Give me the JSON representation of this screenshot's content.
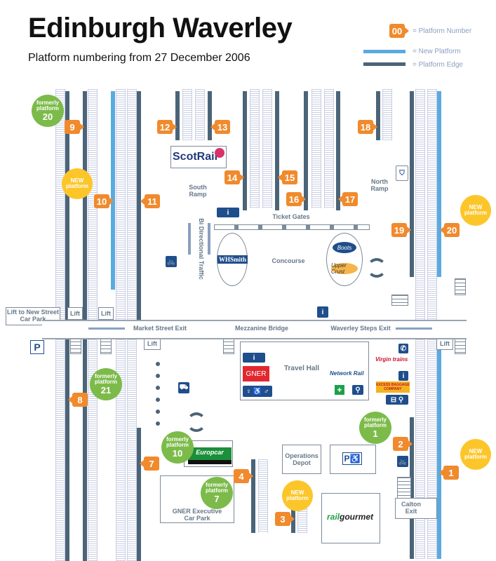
{
  "header": {
    "title": "Edinburgh Waverley",
    "subtitle": "Platform numbering from 27 December 2006"
  },
  "legend": {
    "platform_number_sample": "00",
    "platform_number_label": "= Platform Number",
    "new_platform_label": "= New Platform",
    "platform_edge_label": "= Platform Edge"
  },
  "colors": {
    "platform_badge": "#f08a2c",
    "formerly_bubble": "#7cbb4a",
    "new_bubble": "#fcc62a",
    "new_platform": "#5aaae0",
    "platform_edge": "#4b6477",
    "icon_blue": "#1f4e8c"
  },
  "platforms": [
    "1",
    "2",
    "3",
    "4",
    "7",
    "8",
    "9",
    "10",
    "11",
    "12",
    "13",
    "14",
    "15",
    "16",
    "17",
    "18",
    "19",
    "20"
  ],
  "bubbles": {
    "formerly_20": {
      "line1": "formerly",
      "line2": "platform",
      "num": "20"
    },
    "formerly_21": {
      "line1": "formerly",
      "line2": "platform",
      "num": "21"
    },
    "formerly_10": {
      "line1": "formerly",
      "line2": "platform",
      "num": "10"
    },
    "formerly_7": {
      "line1": "formerly",
      "line2": "platform",
      "num": "7"
    },
    "formerly_1": {
      "line1": "formerly",
      "line2": "platform",
      "num": "1"
    },
    "new_10": {
      "line1": "NEW",
      "line2": "platform"
    },
    "new_20": {
      "line1": "NEW",
      "line2": "platform"
    },
    "new_3": {
      "line1": "NEW",
      "line2": "platform"
    },
    "new_1": {
      "line1": "NEW",
      "line2": "platform"
    }
  },
  "labels": {
    "south_ramp": "South Ramp",
    "north_ramp": "North Ramp",
    "bi_directional": "Bi Directional Traffic",
    "ticket_gates": "Ticket Gates",
    "concourse": "Concourse",
    "market_street_exit": "Market Street Exit",
    "mezzanine_bridge": "Mezzanine Bridge",
    "waverley_steps_exit": "Waverley Steps Exit",
    "lift_new_street": "Lift to New Street Car Park",
    "lift": "Lift",
    "travel_hall": "Travel Hall",
    "operations_depot": "Operations Depot",
    "gner_car_park": "GNER Executive Car Park",
    "calton_exit": "Calton Exit"
  },
  "brands": {
    "scotrail": "ScotRail",
    "whsmith": "WHSmith",
    "boots": "Boots",
    "upper_crust": "Upper Crust",
    "gner": "GNER",
    "network_rail": "Network Rail",
    "virgin": "Virgin trains",
    "europcar": "Europcar",
    "railgourmet_a": "rail",
    "railgourmet_b": "gourmet",
    "excess_baggage": "EXCESS BAGGAGE COMPANY"
  },
  "icons": {
    "info": "i",
    "parking": "P",
    "disabled_parking": "P♿",
    "taxi": "🚕",
    "cycle": "🚲"
  }
}
